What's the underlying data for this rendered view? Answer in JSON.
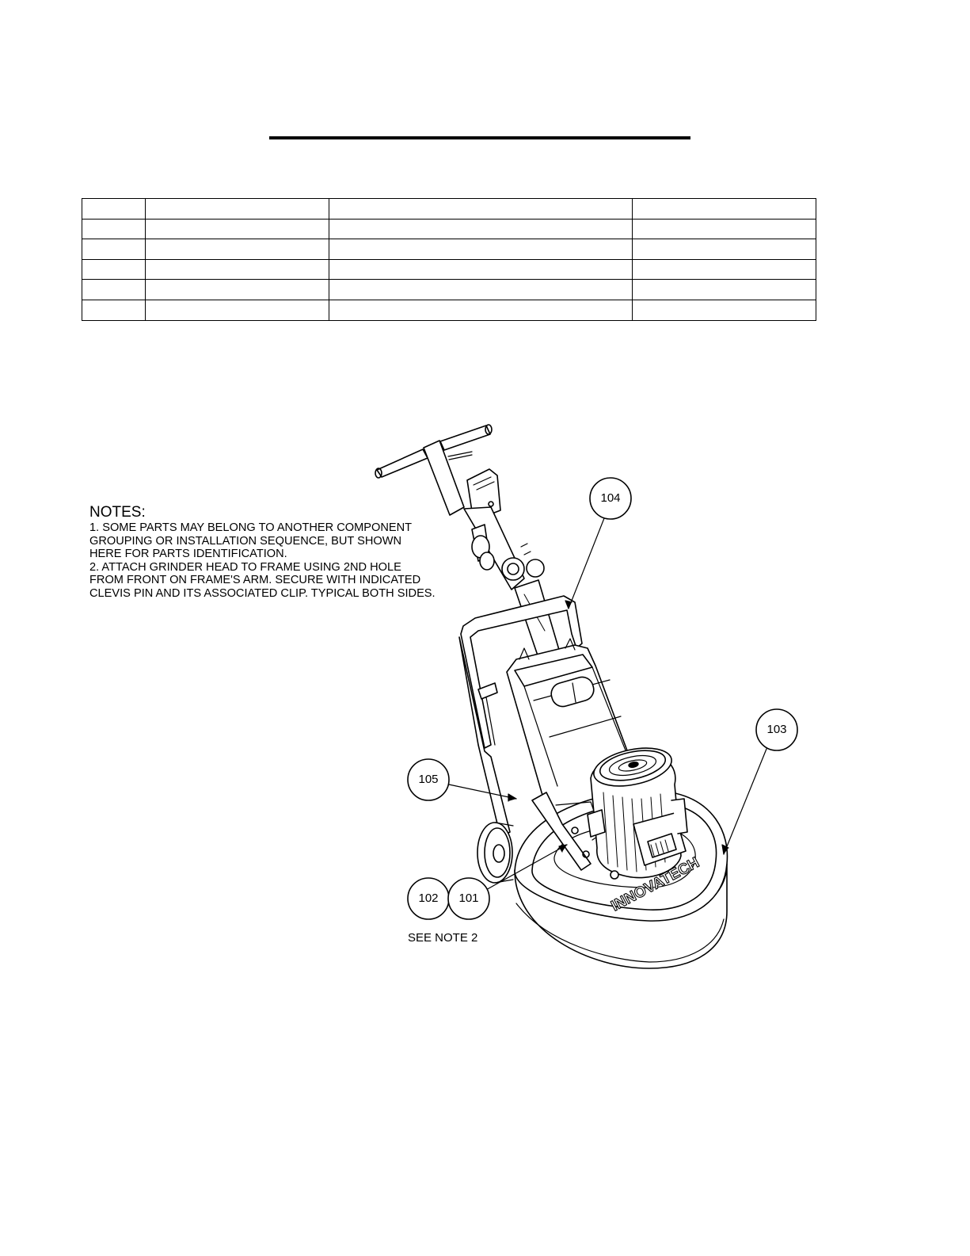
{
  "notes": {
    "heading": "NOTES:",
    "lines": [
      "1.  SOME PARTS MAY BELONG TO ANOTHER COMPONENT",
      "GROUPING OR INSTALLATION SEQUENCE, BUT SHOWN",
      "HERE FOR PARTS IDENTIFICATION.",
      "2.  ATTACH GRINDER HEAD TO FRAME USING 2ND HOLE",
      "FROM FRONT ON FRAME'S ARM.  SECURE WITH INDICATED",
      "CLEVIS PIN AND ITS ASSOCIATED CLIP.  TYPICAL BOTH SIDES."
    ]
  },
  "callouts": {
    "c104": "104",
    "c103": "103",
    "c105": "105",
    "c102": "102",
    "c101": "101"
  },
  "see_note": "SEE NOTE 2",
  "brand_label": "INNOVATECH",
  "parts_table": {
    "rows": [
      [
        "",
        "",
        "",
        ""
      ],
      [
        "",
        "",
        "",
        ""
      ],
      [
        "",
        "",
        "",
        ""
      ],
      [
        "",
        "",
        "",
        ""
      ],
      [
        "",
        "",
        "",
        ""
      ],
      [
        "",
        "",
        "",
        ""
      ]
    ]
  }
}
